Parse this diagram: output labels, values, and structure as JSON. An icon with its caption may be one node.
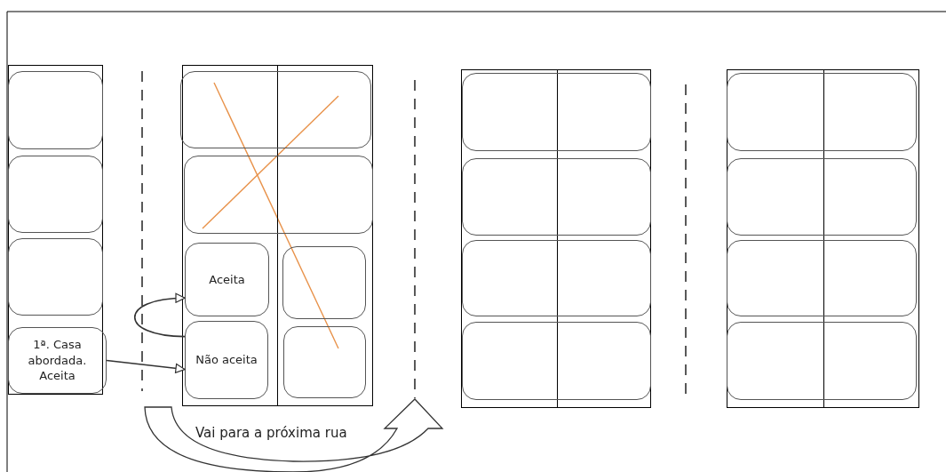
{
  "diagram": {
    "nodes": [
      {
        "text": [],
        "shape": "box"
      },
      {
        "text": [],
        "shape": "box",
        "in": 0
      },
      {
        "text": [],
        "shape": "box",
        "in": 0
      },
      {
        "text": [],
        "shape": "box",
        "in": 0
      },
      {
        "text": [
          "1ª. Casa abordada. Aceita"
        ],
        "in": 0
      },
      {
        "text": [],
        "shape": "box"
      },
      {
        "text": [],
        "shape": "box",
        "in": 5
      },
      {
        "text": [],
        "shape": "box",
        "in": 5
      },
      {
        "text": [
          "Aceita"
        ],
        "in": 5
      },
      {
        "text": [],
        "shape": "box",
        "in": 5
      },
      {
        "text": [
          "Não aceita"
        ],
        "in": 5
      },
      {
        "text": [],
        "shape": "box",
        "in": 5
      },
      {
        "text": [],
        "shape": "box"
      },
      {
        "text": [],
        "shape": "box",
        "in": 12
      },
      {
        "text": [],
        "shape": "box",
        "in": 12
      },
      {
        "text": [],
        "shape": "box",
        "in": 12
      },
      {
        "text": [],
        "shape": "box",
        "in": 12
      },
      {
        "text": [],
        "shape": "box"
      },
      {
        "text": [],
        "shape": "box",
        "in": 17
      },
      {
        "text": [],
        "shape": "box",
        "in": 17
      },
      {
        "text": [],
        "shape": "box",
        "in": 17
      },
      {
        "text": [],
        "shape": "box",
        "in": 17
      }
    ],
    "edges": [
      {
        "from": 4,
        "to": 10,
        "arrow": "to"
      },
      {
        "from": 10,
        "to": 8,
        "arrow": "to"
      }
    ],
    "labels": [
      "Vai para a próxima rua"
    ]
  }
}
